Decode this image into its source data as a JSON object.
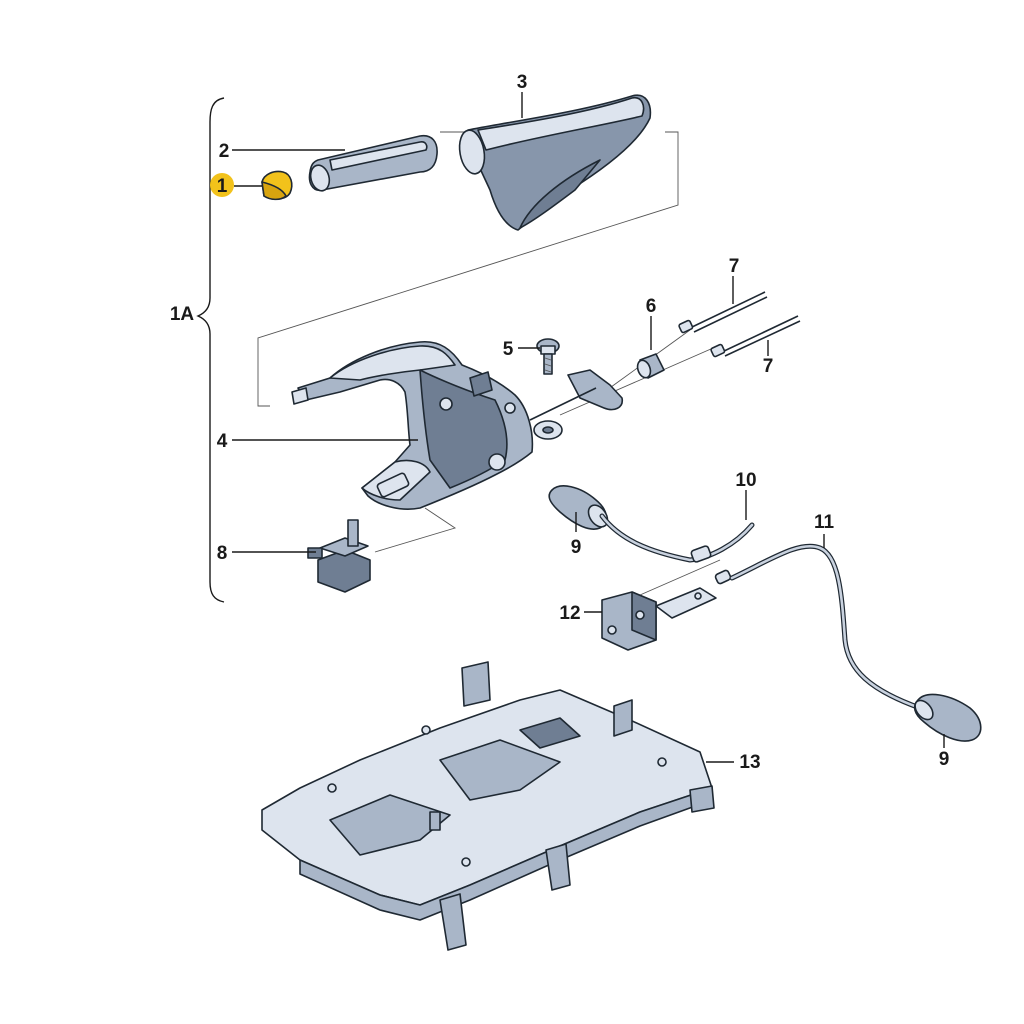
{
  "callouts": {
    "c1": "1",
    "c1a": "1A",
    "c2": "2",
    "c3": "3",
    "c4": "4",
    "c5": "5",
    "c6": "6",
    "c7a": "7",
    "c7b": "7",
    "c8": "8",
    "c9a": "9",
    "c9b": "9",
    "c10": "10",
    "c11": "11",
    "c12": "12",
    "c13": "13"
  },
  "colors": {
    "highlight": "#f2c21b",
    "part_dark": "#6f7e93",
    "part_mid": "#a9b6c8",
    "part_light": "#dde4ee",
    "outline": "#1f2933"
  }
}
